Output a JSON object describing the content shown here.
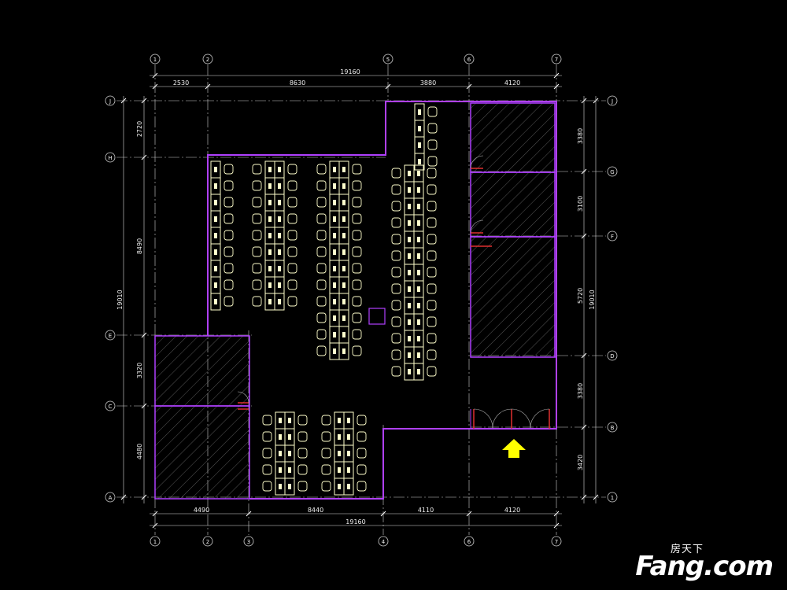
{
  "plan": {
    "grid_labels": {
      "top": [
        "1",
        "2",
        "5",
        "6",
        "7"
      ],
      "bottom": [
        "1",
        "2",
        "3",
        "4",
        "6",
        "7"
      ],
      "left": [
        "J",
        "H",
        "E",
        "C",
        "A"
      ],
      "right": [
        "J",
        "G",
        "F",
        "D",
        "B",
        "1"
      ]
    },
    "dimensions": {
      "top_total": "19160",
      "top_segments": [
        "2530",
        "8630",
        "3880",
        "4120"
      ],
      "bottom_total": "19160",
      "bottom_segments": [
        "4490",
        "8440",
        "4110",
        "4120"
      ],
      "left_total": "19010",
      "left_segments": [
        "2720",
        "8490",
        "3320",
        "4480"
      ],
      "right_total": "19010",
      "right_segments": [
        "3380",
        "3100",
        "5720",
        "3380",
        "3420"
      ]
    },
    "entrance_arrow_color": "#ffff00",
    "wall_color": "#b040ff",
    "desk_color": "#ffffcc"
  },
  "watermark": {
    "cn": "房天下",
    "en": "Fang.com"
  }
}
